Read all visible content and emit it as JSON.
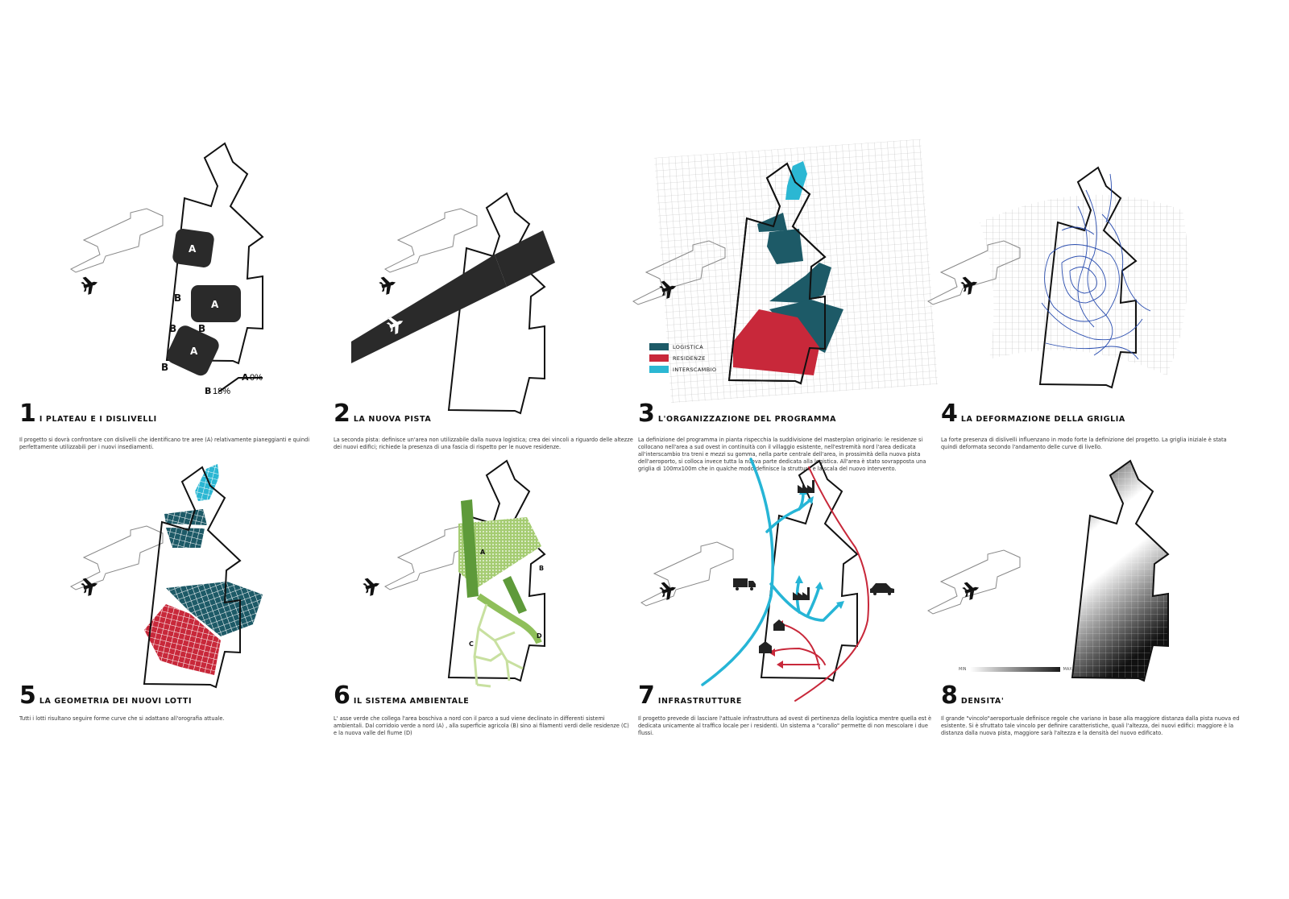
{
  "colors": {
    "logistica": "#1d5a67",
    "residenze": "#c8283a",
    "interscambio": "#2bb7d3",
    "green_dark": "#5e9a3a",
    "green_light": "#a5cc72",
    "road_blue": "#26b5d6",
    "road_red": "#c8283a",
    "contour_blue": "#2c4fb0"
  },
  "panels": [
    {
      "number": "1",
      "title": "I PLATEAU E I DISLIVELLI",
      "description": "Il progetto si dovrà confrontare con dislivelli che identificano tre aree (A) relativamente pianeggianti e quindi perfettamente utilizzabili per i nuovi insediamenti.",
      "plateau_label": "A",
      "slope_label": "B",
      "scale_flat": "0%",
      "scale_slope": "18%"
    },
    {
      "number": "2",
      "title": "LA NUOVA PISTA",
      "description": "La seconda pista: definisce un'area non utilizzabile dalla nuova logistica; crea dei vincoli a riguardo delle altezze dei nuovi edifici; richiede la presenza di una fascia di rispetto per le nuove residenze."
    },
    {
      "number": "3",
      "title": "L'ORGANIZZAZIONE DEL PROGRAMMA",
      "description": "La definizione del programma in pianta rispecchia la suddivisione del masterplan originario: le residenze si collocano nell'area a sud ovest in continuità con il villaggio esistente, nell'estremità nord l'area dedicata all'interscambio tra treni e mezzi su gomma, nella parte centrale dell'area, in prossimità della nuova pista dell'aeroporto, si colloca invece tutta la nuova parte dedicata alla logistica. All'area è stato sovrapposta una griglia di 100mx100m che in qualche modo definisce la struttura e la scala del nuovo intervento.",
      "legend": [
        "LOGISTICA",
        "RESIDENZE",
        "INTERSCAMBIO"
      ]
    },
    {
      "number": "4",
      "title": "LA DEFORMAZIONE DELLA GRIGLIA",
      "description": "La forte presenza di dislivelli influenzano in modo forte la definizione del progetto. La griglia iniziale è stata quindi deformata secondo l'andamento delle curve di livello."
    },
    {
      "number": "5",
      "title": "LA GEOMETRIA DEI NUOVI LOTTI",
      "description": "Tutti i lotti risultano seguire forme curve che si adattano all'orografia attuale."
    },
    {
      "number": "6",
      "title": "IL SISTEMA AMBIENTALE",
      "description": "L' asse verde che collega l'area boschiva a nord con il parco a sud viene declinato in differenti sistemi ambientali. Dal corridoio verde a nord (A) , alla superficie agricola (B) sino ai filamenti verdi delle residenze (C) e la nuova valle del fiume (D)",
      "labels": [
        "A",
        "B",
        "C",
        "D"
      ]
    },
    {
      "number": "7",
      "title": "INFRASTRUTTURE",
      "description": "Il progetto prevede di lasciare l'attuale infrastruttura ad ovest di pertinenza della logistica mentre quella est è dedicata unicamente al traffico locale per i residenti. Un sistema a \"corallo\" permette di non mescolare i due flussi."
    },
    {
      "number": "8",
      "title": "DENSITA'",
      "description": "Il grande \"vincolo\"aeroportuale definisce regole che variano in base alla maggiore distanza dalla pista nuova ed esistente. Si è sfruttato tale vincolo per definire caratteristiche, quali l'altezza, dei nuovi edifici: maggiore è la distanza dalla nuova pista, maggiore sarà l'altezza e la densità del nuovo edificato.",
      "legend_min": "MIN",
      "legend_max": "MAX"
    }
  ]
}
